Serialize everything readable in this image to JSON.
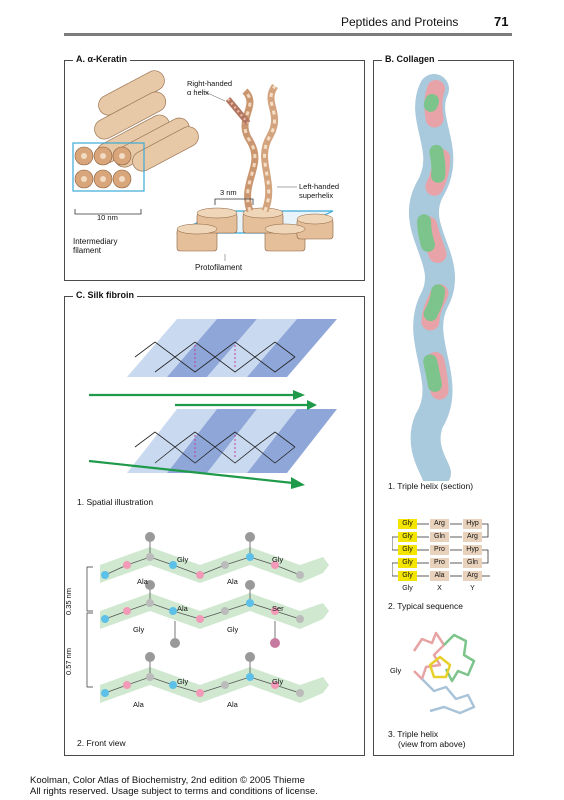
{
  "header": {
    "title": "Peptides and Proteins",
    "page_number": "71"
  },
  "panelA": {
    "title": "A. α-Keratin",
    "helix_label_1": "Right-handed",
    "helix_label_2": "α helix",
    "nm3": "3 nm",
    "super_1": "Left-handed",
    "super_2": "superhelix",
    "nm10": "10 nm",
    "filament_1": "Intermediary",
    "filament_2": "filament",
    "protofilament": "Protofilament"
  },
  "panelB": {
    "title": "B. Collagen",
    "cap1": "1. Triple helix  (section)",
    "seq_rows": [
      [
        "Gly",
        "Arg",
        "Hyp"
      ],
      [
        "Gly",
        "Gln",
        "Arg"
      ],
      [
        "Gly",
        "Pro",
        "Hyp"
      ],
      [
        "Gly",
        "Pro",
        "Gln"
      ],
      [
        "Gly",
        "Ala",
        "Arg"
      ]
    ],
    "seq_cols": [
      "Gly",
      "X",
      "Y"
    ],
    "cap2": "2. Typical sequence",
    "gly_label": "Gly",
    "cap3_1": "3. Triple helix",
    "cap3_2": "(view from above)"
  },
  "panelC": {
    "title": "C. Silk fibroin",
    "cap1": "1. Spatial illustration",
    "row1": {
      "top": [
        "Gly",
        "Gly"
      ],
      "bottom": [
        "Ala",
        "Ala"
      ]
    },
    "row2": {
      "top": [
        "Ala",
        "Ser"
      ],
      "bottom": [
        "Gly",
        "Gly"
      ]
    },
    "row3": {
      "top": [
        "Gly",
        "Gly"
      ],
      "bottom": [
        "Ala",
        "Ala"
      ]
    },
    "dim1": "0.35 nm",
    "dim2": "0.57 nm",
    "cap2": "2. Front view"
  },
  "footer": {
    "line1": "Koolman, Color Atlas of Biochemistry, 2nd edition © 2005 Thieme",
    "line2": "All rights reserved. Usage subject to terms and conditions of license."
  },
  "colors": {
    "accent_cyan": "#3aa9d8",
    "arrow_green": "#1e9a4a",
    "gly_yellow": "#f4e500",
    "residue_tan": "#e9d2bb",
    "rope_tan": "#d9b08a"
  }
}
